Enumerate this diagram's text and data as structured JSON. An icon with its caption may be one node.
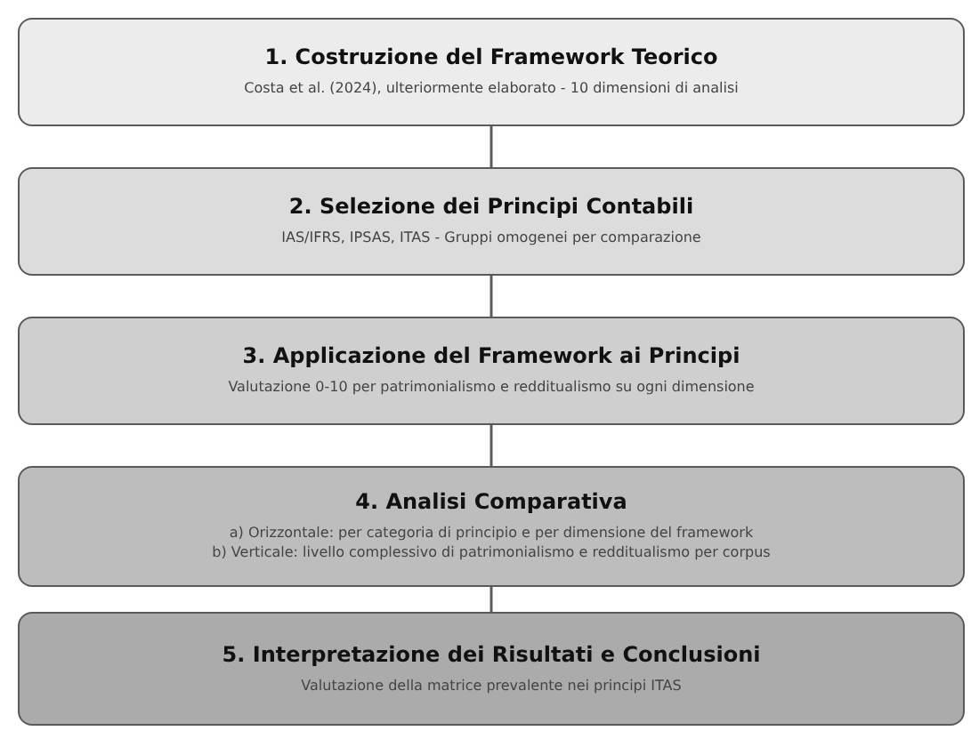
{
  "diagram": {
    "nodes": [
      {
        "text": [
          "1. Costruzione del Framework Teorico",
          "Costa et al. (2024), ulteriormente elaborato - 10 dimensioni di analisi"
        ]
      },
      {
        "text": [
          "2. Selezione dei Principi Contabili",
          "IAS/IFRS, IPSAS, ITAS - Gruppi omogenei per comparazione"
        ]
      },
      {
        "text": [
          "3. Applicazione del Framework ai Principi",
          "Valutazione 0-10 per patrimonialismo e redditualismo su ogni dimensione"
        ]
      },
      {
        "text": [
          "4. Analisi Comparativa",
          "a) Orizzontale: per categoria di principio e per dimensione del framework",
          "b) Verticale: livello complessivo di patrimonialismo e redditualismo per corpus"
        ]
      },
      {
        "text": [
          "5. Interpretazione dei Risultati e Conclusioni",
          "Valutazione della matrice prevalente nei principi ITAS"
        ]
      }
    ],
    "edges": [
      {
        "from": 0,
        "to": 1,
        "arrow": "none"
      },
      {
        "from": 1,
        "to": 2,
        "arrow": "none"
      },
      {
        "from": 2,
        "to": 3,
        "arrow": "none"
      },
      {
        "from": 3,
        "to": 4,
        "arrow": "none"
      }
    ]
  }
}
